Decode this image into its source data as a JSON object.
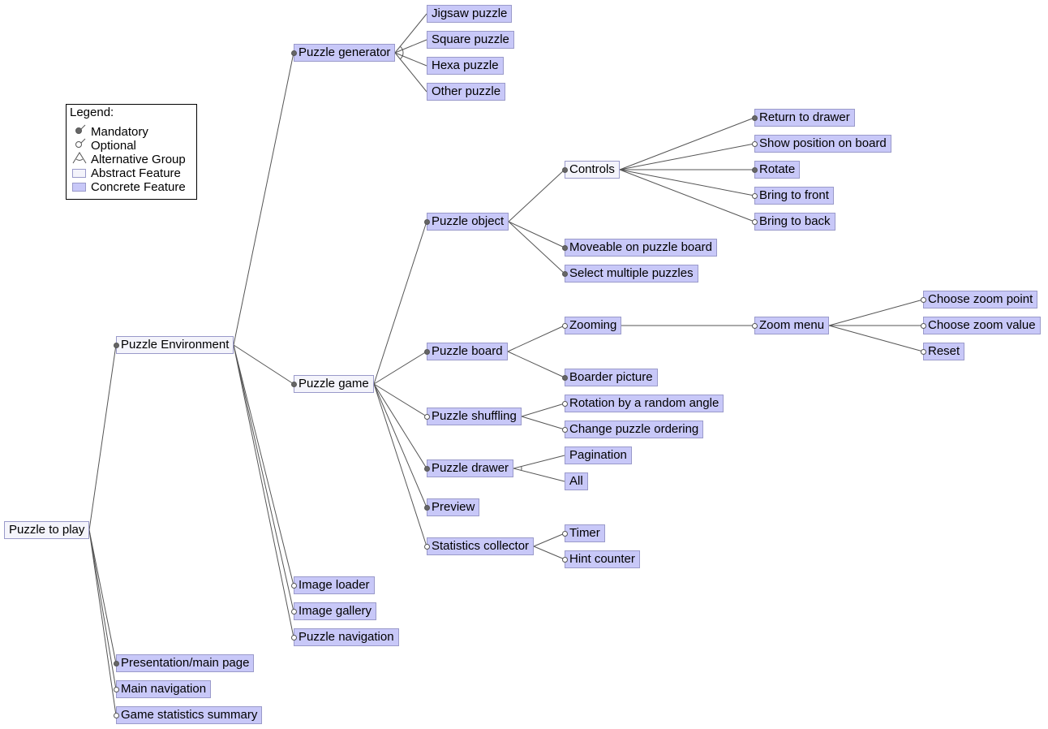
{
  "legend": {
    "title": "Legend:",
    "mandatory": "Mandatory",
    "optional": "Optional",
    "alternative": "Alternative Group",
    "abstract": "Abstract Feature",
    "concrete": "Concrete Feature"
  },
  "colors": {
    "concrete": "#c8c8f8",
    "abstract": "#f4f4fb",
    "border": "#9a9aca",
    "line": "#555555"
  },
  "features": [
    {
      "id": "root",
      "label": "Puzzle to play",
      "type": "abstract",
      "parent": null,
      "kind": "root"
    },
    {
      "id": "env",
      "label": "Puzzle Environment",
      "type": "abstract",
      "parent": "root",
      "kind": "mandatory"
    },
    {
      "id": "pres",
      "label": "Presentation/main page",
      "type": "concrete",
      "parent": "root",
      "kind": "mandatory"
    },
    {
      "id": "mainnav",
      "label": "Main navigation",
      "type": "concrete",
      "parent": "root",
      "kind": "optional"
    },
    {
      "id": "stats",
      "label": "Game statistics summary",
      "type": "concrete",
      "parent": "root",
      "kind": "optional"
    },
    {
      "id": "gen",
      "label": "Puzzle generator",
      "type": "concrete",
      "parent": "env",
      "kind": "mandatory"
    },
    {
      "id": "game",
      "label": "Puzzle game",
      "type": "abstract",
      "parent": "env",
      "kind": "mandatory"
    },
    {
      "id": "imgload",
      "label": "Image loader",
      "type": "concrete",
      "parent": "env",
      "kind": "optional"
    },
    {
      "id": "imggal",
      "label": "Image gallery",
      "type": "concrete",
      "parent": "env",
      "kind": "optional"
    },
    {
      "id": "pnav",
      "label": "Puzzle navigation",
      "type": "concrete",
      "parent": "env",
      "kind": "optional"
    },
    {
      "id": "jig",
      "label": "Jigsaw puzzle",
      "type": "concrete",
      "parent": "gen",
      "kind": "alt"
    },
    {
      "id": "sq",
      "label": "Square puzzle",
      "type": "concrete",
      "parent": "gen",
      "kind": "alt"
    },
    {
      "id": "hexa",
      "label": "Hexa puzzle",
      "type": "concrete",
      "parent": "gen",
      "kind": "alt"
    },
    {
      "id": "other",
      "label": "Other puzzle",
      "type": "concrete",
      "parent": "gen",
      "kind": "alt"
    },
    {
      "id": "pobj",
      "label": "Puzzle object",
      "type": "concrete",
      "parent": "game",
      "kind": "mandatory"
    },
    {
      "id": "pboard",
      "label": "Puzzle board",
      "type": "concrete",
      "parent": "game",
      "kind": "mandatory"
    },
    {
      "id": "pshuf",
      "label": "Puzzle shuffling",
      "type": "concrete",
      "parent": "game",
      "kind": "optional"
    },
    {
      "id": "pdraw",
      "label": "Puzzle drawer",
      "type": "concrete",
      "parent": "game",
      "kind": "mandatory"
    },
    {
      "id": "prev",
      "label": "Preview",
      "type": "concrete",
      "parent": "game",
      "kind": "mandatory"
    },
    {
      "id": "statcol",
      "label": "Statistics collector",
      "type": "concrete",
      "parent": "game",
      "kind": "optional"
    },
    {
      "id": "controls",
      "label": "Controls",
      "type": "abstract",
      "parent": "pobj",
      "kind": "mandatory"
    },
    {
      "id": "moveable",
      "label": "Moveable on puzzle board",
      "type": "concrete",
      "parent": "pobj",
      "kind": "mandatory"
    },
    {
      "id": "selmulti",
      "label": "Select multiple puzzles",
      "type": "concrete",
      "parent": "pobj",
      "kind": "mandatory"
    },
    {
      "id": "ret",
      "label": "Return to drawer",
      "type": "concrete",
      "parent": "controls",
      "kind": "mandatory"
    },
    {
      "id": "showpos",
      "label": "Show position on board",
      "type": "concrete",
      "parent": "controls",
      "kind": "optional"
    },
    {
      "id": "rotate",
      "label": "Rotate",
      "type": "concrete",
      "parent": "controls",
      "kind": "mandatory"
    },
    {
      "id": "front",
      "label": "Bring to front",
      "type": "concrete",
      "parent": "controls",
      "kind": "optional"
    },
    {
      "id": "back",
      "label": "Bring to back",
      "type": "concrete",
      "parent": "controls",
      "kind": "optional"
    },
    {
      "id": "zooming",
      "label": "Zooming",
      "type": "concrete",
      "parent": "pboard",
      "kind": "optional"
    },
    {
      "id": "border",
      "label": "Boarder picture",
      "type": "concrete",
      "parent": "pboard",
      "kind": "mandatory"
    },
    {
      "id": "zmenu",
      "label": "Zoom menu",
      "type": "concrete",
      "parent": "zooming",
      "kind": "optional"
    },
    {
      "id": "zpoint",
      "label": "Choose zoom point",
      "type": "concrete",
      "parent": "zmenu",
      "kind": "optional"
    },
    {
      "id": "zvalue",
      "label": "Choose zoom value",
      "type": "concrete",
      "parent": "zmenu",
      "kind": "optional"
    },
    {
      "id": "reset",
      "label": "Reset",
      "type": "concrete",
      "parent": "zmenu",
      "kind": "optional"
    },
    {
      "id": "randrot",
      "label": "Rotation by a random angle",
      "type": "concrete",
      "parent": "pshuf",
      "kind": "optional"
    },
    {
      "id": "order",
      "label": "Change puzzle ordering",
      "type": "concrete",
      "parent": "pshuf",
      "kind": "optional"
    },
    {
      "id": "pag",
      "label": "Pagination",
      "type": "concrete",
      "parent": "pdraw",
      "kind": "alt"
    },
    {
      "id": "all",
      "label": "All",
      "type": "concrete",
      "parent": "pdraw",
      "kind": "alt"
    },
    {
      "id": "timer",
      "label": "Timer",
      "type": "concrete",
      "parent": "statcol",
      "kind": "optional"
    },
    {
      "id": "hint",
      "label": "Hint counter",
      "type": "concrete",
      "parent": "statcol",
      "kind": "optional"
    }
  ]
}
